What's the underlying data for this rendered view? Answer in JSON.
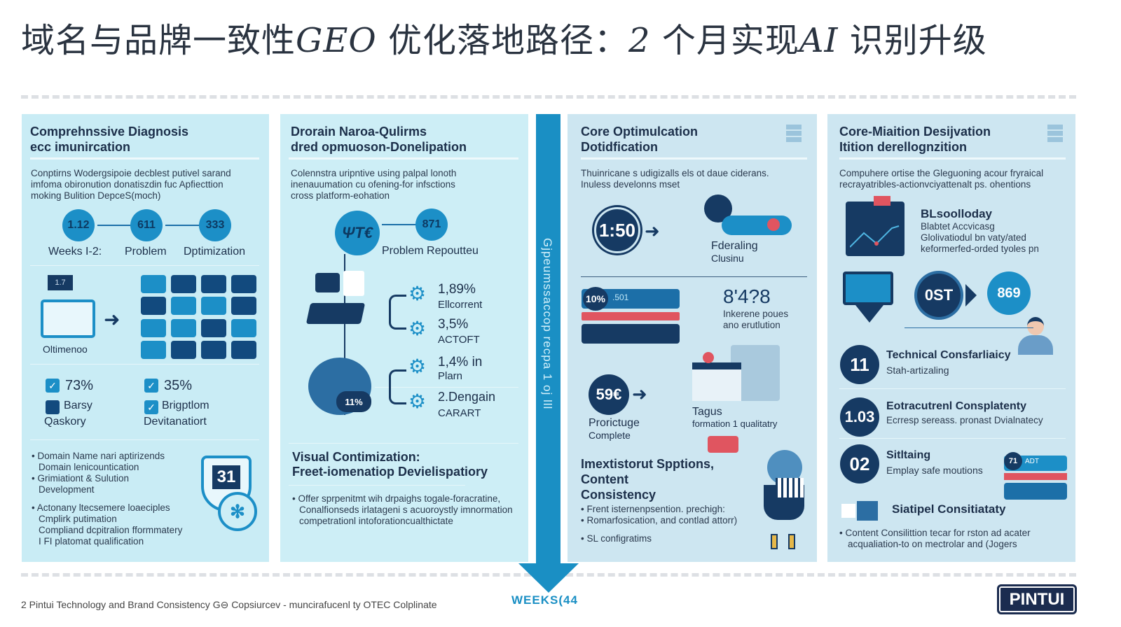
{
  "title": {
    "part1": "域名与品牌一致性",
    "geo": "GEO",
    "part2": " 优化落地路径：",
    "num": "2",
    "part3": " 个月实现",
    "ai": "AI",
    "part4": " 识别升级"
  },
  "col1": {
    "heading": [
      "Comprehnssive Diagnosis",
      "ecc imunircation"
    ],
    "desc": [
      "Conptirns Wodergsipoie decblest putivel sarand",
      "imfoma obironution donatiszdin fuc Apfiecttion",
      "moking Bulition DepceS(moch)"
    ],
    "circles": [
      {
        "value": "1.12",
        "label": "Weeks I-2:"
      },
      {
        "value": "611",
        "label": "Problem"
      },
      {
        "value": "333",
        "label": "Dptimization"
      }
    ],
    "device_badge": "1.7",
    "icon_label": "Oltimenoo",
    "stats": [
      {
        "value": "73%",
        "checked": true
      },
      {
        "value": "35%",
        "checked": true
      }
    ],
    "stat_labels": [
      {
        "l1": "Barsy",
        "l2": "Qaskory",
        "checked": false
      },
      {
        "l1": "Brigptlom",
        "l2": "Devitanatiort",
        "checked": true
      }
    ],
    "bullets": [
      [
        "Domain Name nari aptirizends",
        "Domain lenicountication"
      ],
      [
        "Grimiationt & Sulution",
        "Development"
      ],
      [
        "Actonany ltecsemere loaeciples",
        "Cmplirk putimation",
        "Compliand dcpitralion fformmatery",
        "I FI platomat qualification"
      ]
    ],
    "badge": "31"
  },
  "col2": {
    "heading": [
      "Drorain Naroa-Qulirms",
      "dred opmuoson-Donelipation"
    ],
    "desc": [
      "Colennstra uripntive using palpal lonoth",
      "inenauumation cu ofening-for infsctions",
      "cross platform-eohation"
    ],
    "circle1": "ΨΤ€",
    "circle2": "871",
    "problem_label": "Problem Repoutteu",
    "metrics": [
      {
        "value": "1,89%",
        "label": "Ellcorrent"
      },
      {
        "value": "3,5%",
        "label": "ACTOFT"
      },
      {
        "value": "1,4% in",
        "label": "Plarn"
      },
      {
        "value": "2.Dengain",
        "label": "CARART"
      }
    ],
    "device_badge": "11%",
    "section_title": [
      "Visual Contimization:",
      "Freet-iomenatiop Devielispatiory"
    ],
    "bullets": [
      [
        "Offer sprpenitmt wih drpaighs togale-foracratine,",
        "Conalfionseds irlatageni s acuoroystly imnormation",
        "competrationl intoforationcualthictate"
      ]
    ]
  },
  "timeline": {
    "vertical_text": "Gjpeumssaccop recpa 1 oj lll",
    "weeks": "WEEKS(44",
    "color": "#1a8fc4"
  },
  "col3": {
    "heading": [
      "Core Optimulcation",
      "Dotidfication"
    ],
    "desc": [
      "Thuinricane s udigizalls els ot daue ciderans.",
      "Inuless develonns mset"
    ],
    "circle1": "1:50",
    "feature1": [
      "Fderaling",
      "Clusinu"
    ],
    "bar_badge": "10%",
    "bar_code": ".501",
    "stat": "8'4?8",
    "stat_desc": [
      "Inkerene poues",
      "ano erutlution"
    ],
    "circle2": "59€",
    "feature2": [
      "Prorictuge",
      "Complete"
    ],
    "feature3": [
      "Tagus",
      "formation 1 qualitatry"
    ],
    "section_title": [
      "Imextistorut Spptions,",
      "Content",
      "Consistency"
    ],
    "bullets": [
      "Frent isternenpsention. prechigh:",
      "Romarfosication, and contlad attorr)",
      "SL configratims"
    ]
  },
  "col4": {
    "heading": [
      "Core-Miaition Desijvation",
      "Itition derellognzition"
    ],
    "desc": [
      "Compuhere ortise the Gleguoning acour fryraical",
      "recrayatribles-actionvciyattenalt ps. ohentions"
    ],
    "feature": {
      "title": "BLsoolloday",
      "lines": [
        "Blabtet Accvicasg",
        "Glolivatiodul bn vaty/ated",
        "keformerfed-orded tyoles pn"
      ]
    },
    "circle1": "0ST",
    "circle2": "869",
    "items": [
      {
        "num": "11",
        "title": "Technical Consfarliaicy",
        "sub": "Stah-artizaling"
      },
      {
        "num": "1.03",
        "title": "Eotracutrenl Consplatenty",
        "sub": "Ecrresp sereass. pronast Dvialnatecy"
      },
      {
        "num": "02",
        "title": "Sitltaing",
        "sub": "Emplay safe moutions"
      }
    ],
    "small_badge": "71",
    "small_code": "ADT",
    "section_title": "Siatipel Consitiataty",
    "bullets": [
      [
        "Content Consilittion tecar for rston ad acater",
        "acqualiation-to on mectrolar and (Jogers"
      ]
    ]
  },
  "footer": {
    "text": "2 Pintui Technology and Brand Consistency G⊖ Copsiurcev - muncirafucenl ty OTEC Colplinate",
    "logo": "PINTUI"
  },
  "colors": {
    "accent": "#1a8fc4",
    "dark": "#163a63",
    "panel": "#c9ecf5",
    "red": "#e05560"
  }
}
